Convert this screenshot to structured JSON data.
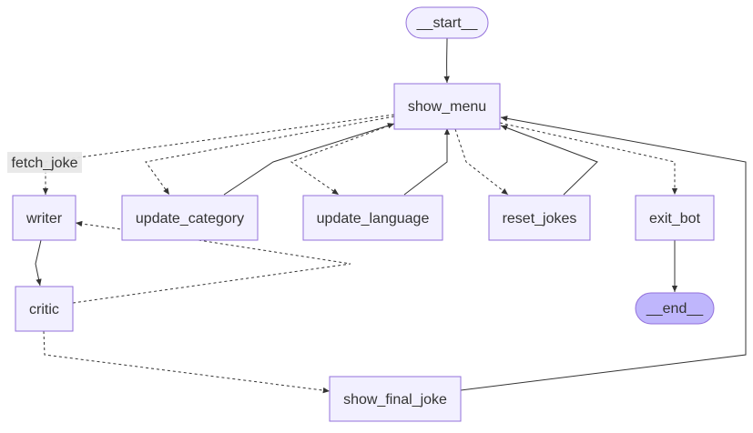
{
  "diagram": {
    "nodes": {
      "start": "__start__",
      "show_menu": "show_menu",
      "writer": "writer",
      "update_category": "update_category",
      "update_language": "update_language",
      "reset_jokes": "reset_jokes",
      "exit_bot": "exit_bot",
      "critic": "critic",
      "end": "__end__",
      "show_final_joke": "show_final_joke"
    },
    "edge_labels": {
      "fetch_joke": "fetch_joke"
    },
    "colors": {
      "node_fill": "#f2f0ff",
      "node_stroke": "#9370db",
      "end_fill": "#bfb6fc",
      "edge": "#333333",
      "label_bg": "#e8e8e8"
    }
  }
}
